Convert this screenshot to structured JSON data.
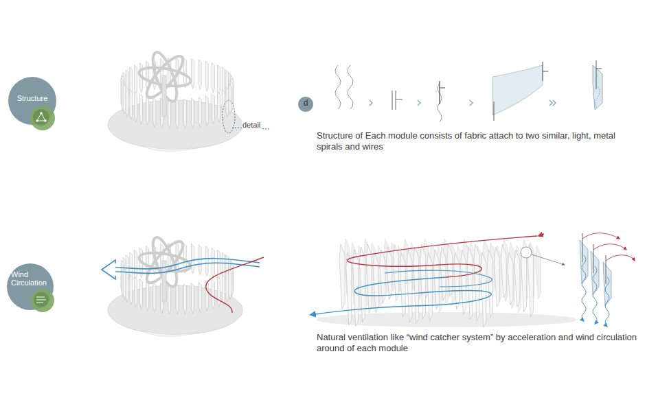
{
  "diagram": {
    "nodes": [
      {
        "text": [
          "Structure"
        ]
      },
      {
        "text": [
          "Wind Circulation"
        ]
      },
      {
        "text": [
          "d"
        ]
      }
    ],
    "labels": [
      "detail",
      "Structure of Each module consists of fabric attach to two similar, light, metal spirals and wires",
      "Natural ventilation like “wind catcher system” by acceleration and wind circulation around of each module"
    ]
  }
}
